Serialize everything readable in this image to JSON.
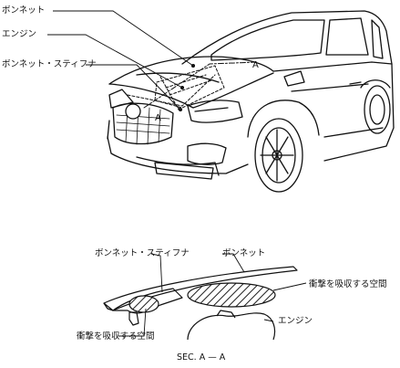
{
  "top_labels": {
    "bonnet": "ボンネット",
    "engine": "エンジン",
    "stiffener": "ボンネット・スティフナ"
  },
  "section_marks": {
    "a1": "A",
    "a2": "A"
  },
  "bottom_labels": {
    "stiffener": "ボンネット・スティフナ",
    "bonnet": "ボンネット",
    "absorb_right": "衝撃を吸収する空間",
    "engine": "エンジン",
    "absorb_left": "衝撃を吸収する空間",
    "section_caption": "SEC. A — A"
  }
}
